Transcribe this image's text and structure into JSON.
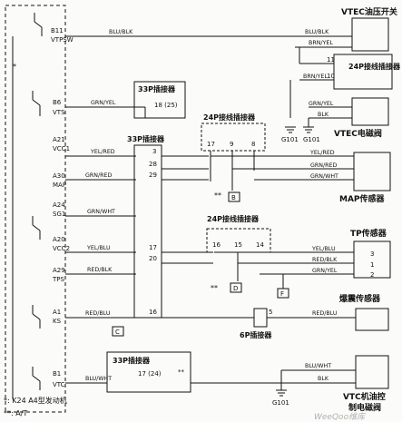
{
  "ecm_pins": [
    {
      "id": "B11",
      "name": "VTPSW",
      "wire": "BLU/BLK"
    },
    {
      "id": "B6",
      "name": "VTS",
      "wire": "GRN/YEL"
    },
    {
      "id": "A21",
      "name": "VCC1",
      "wire": "YEL/RED"
    },
    {
      "id": "A30",
      "name": "MAP",
      "wire": "GRN/RED"
    },
    {
      "id": "A24",
      "name": "SG1",
      "wire": "GRN/WHT"
    },
    {
      "id": "A20",
      "name": "VCC2",
      "wire": "YEL/BLU"
    },
    {
      "id": "A29",
      "name": "TPS",
      "wire": "RED/BLK"
    },
    {
      "id": "A1",
      "name": "KS",
      "wire": "RED/BLU"
    },
    {
      "id": "B1",
      "name": "VTC",
      "wire": "BLU/WHT"
    }
  ],
  "components": {
    "vtec_pressure_switch": "VTEC油压开关",
    "connector_24p_a": "24P接线插接器",
    "vtec_solenoid": "VTEC电磁阀",
    "map_sensor": "MAP传感器",
    "tp_sensor": "TP传感器",
    "knock_sensor": "爆震传感器",
    "vtc_solenoid_line1": "VTC机油控",
    "vtc_solenoid_line2": "制电磁阀"
  },
  "connectors": {
    "c33p_top": {
      "label": "33P插接器",
      "pin": "18 (25)"
    },
    "c33p_mid": {
      "label": "33P插接器",
      "pins": [
        "3",
        "28",
        "29",
        "17",
        "20",
        "16"
      ]
    },
    "c24p_top": {
      "label": "24P接线插接器",
      "pins": [
        "17",
        "9",
        "8"
      ]
    },
    "c24p_mid": {
      "label": "24P接线插接器",
      "pins": [
        "16",
        "15",
        "14"
      ]
    },
    "c6p": {
      "label": "6P插接器",
      "pin": "5"
    },
    "c33p_bot": {
      "label": "33P插接器",
      "pin": "17 (24)",
      "mark": "**"
    }
  },
  "right_wires": {
    "vtec_switch_in": "BLU/BLK",
    "brn_yel_top": "BRN/YEL",
    "brn_yel_bottom": "BRN/YEL",
    "pins_24p": [
      "11",
      "10"
    ],
    "vtec_sol_1": "GRN/YEL",
    "vtec_sol_2": "BLK",
    "map_1": "YEL/RED",
    "map_2": "GRN/RED",
    "map_3": "GRN/WHT",
    "tp_1": "YEL/BLU",
    "tp_2": "RED/BLK",
    "tp_3": "GRN/YEL",
    "knock": "RED/BLU",
    "vtc_1": "BLU/WHT",
    "vtc_2": "BLK"
  },
  "tp_pins": [
    "3",
    "1",
    "2"
  ],
  "grounds": [
    "G101",
    "G101",
    "G101"
  ],
  "ground_tags": [
    "B",
    "D",
    "C",
    "F"
  ],
  "notes": {
    "star1": "*: K24 A4型发动机",
    "star2": "**: A/T",
    "star_mark": "*",
    "double_star_b": "**",
    "double_star_d": "**"
  },
  "watermark": "WeeQoo维库"
}
